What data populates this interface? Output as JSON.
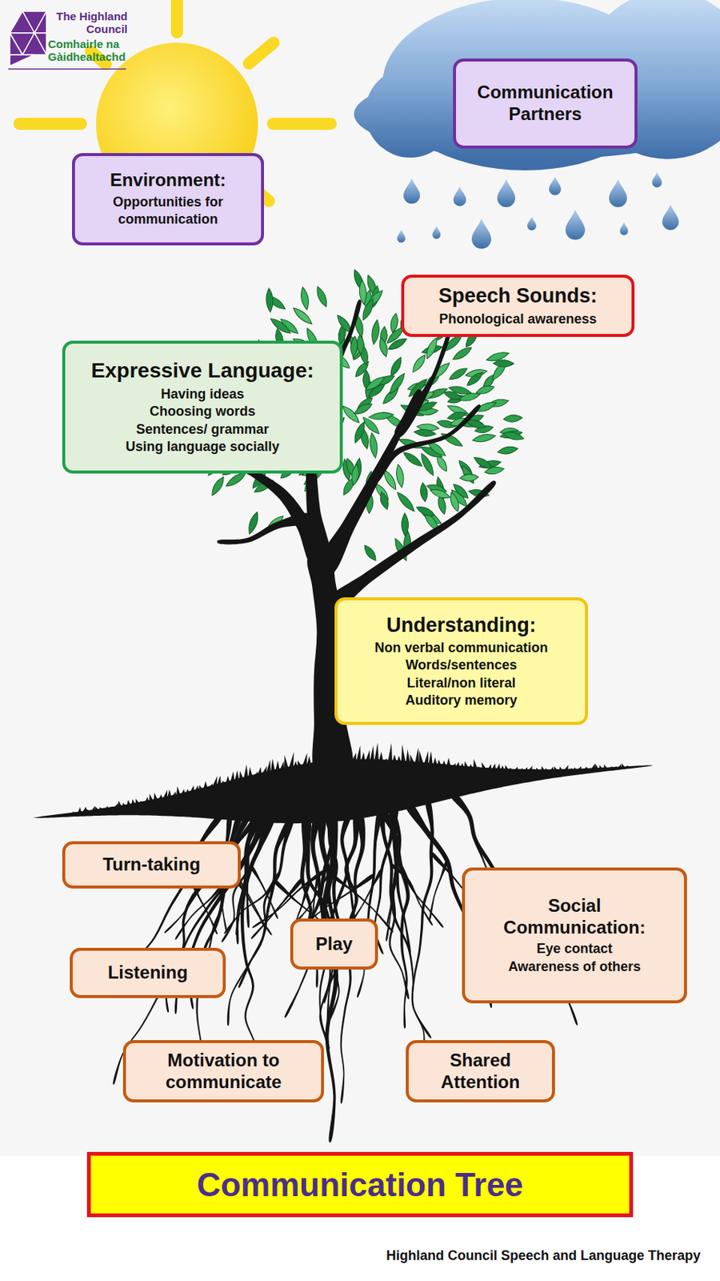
{
  "diagram": {
    "title": "Communication Tree",
    "caption": "Highland Council Speech and Language Therapy",
    "nodes": [
      {
        "text": [
          "Environment:",
          "Opportunities for communication"
        ]
      },
      {
        "text": [
          "Communication Partners"
        ]
      },
      {
        "text": [
          "Speech Sounds:",
          "Phonological awareness"
        ]
      },
      {
        "text": [
          "Expressive Language:",
          "Having ideas",
          "Choosing words",
          "Sentences/ grammar",
          "Using language socially"
        ]
      },
      {
        "text": [
          "Understanding:",
          "Non verbal communication",
          "Words/sentences",
          "Literal/non literal",
          "Auditory memory"
        ]
      },
      {
        "text": [
          "Turn-taking"
        ]
      },
      {
        "text": [
          "Social Communication:",
          "Eye contact",
          "Awareness of others"
        ]
      },
      {
        "text": [
          "Play"
        ]
      },
      {
        "text": [
          "Listening"
        ]
      },
      {
        "text": [
          "Motivation to communicate"
        ]
      },
      {
        "text": [
          "Shared Attention"
        ]
      }
    ],
    "labels": [
      "The Highland Council",
      "Comhairle na Gàidhealtachd"
    ]
  }
}
